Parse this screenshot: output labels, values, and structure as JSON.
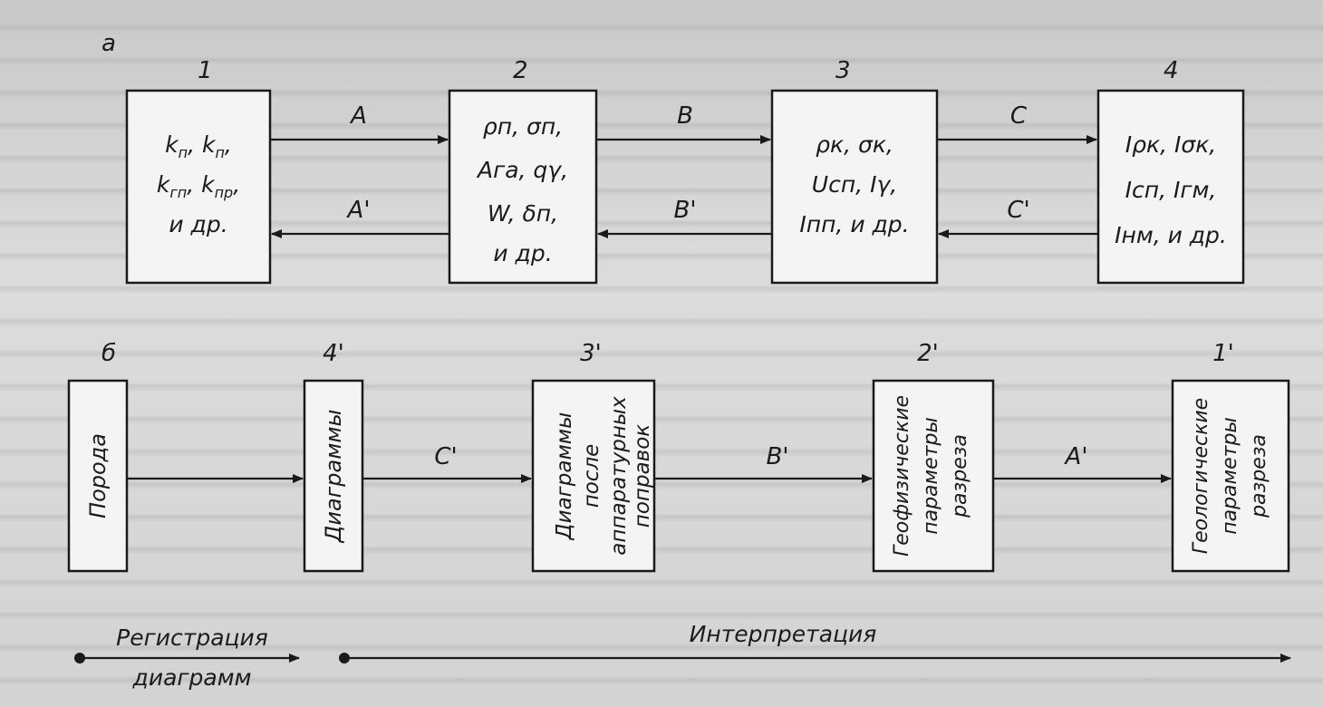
{
  "panel_a": {
    "label": "а",
    "boxes": [
      {
        "num": "1",
        "lines": [
          "k",
          "k",
          "k",
          "k",
          "и др."
        ]
      },
      {
        "num": "2",
        "lines": [
          "ρп, σп,",
          "Aга, qγ,",
          "W, δп,",
          "и др."
        ]
      },
      {
        "num": "3",
        "lines": [
          "ρк, σк,",
          "Uсп, Iγ,",
          "Iпп, и др."
        ]
      },
      {
        "num": "4",
        "lines": [
          "Iρк, Iσк,",
          "Iсп, Iгм,",
          "Iнм, и др."
        ]
      }
    ],
    "arrows_forward": [
      "A",
      "B",
      "C"
    ],
    "arrows_backward": [
      "A'",
      "B'",
      "C'"
    ]
  },
  "panel_b": {
    "label": "б",
    "boxes": [
      {
        "num": "",
        "text": [
          "Порода"
        ]
      },
      {
        "num": "4'",
        "text": [
          "Диаграммы"
        ]
      },
      {
        "num": "3'",
        "text": [
          "Диаграммы",
          "после",
          "аппаратурных",
          "поправок"
        ]
      },
      {
        "num": "2'",
        "text": [
          "Геофизические",
          "параметры",
          "разреза"
        ]
      },
      {
        "num": "1'",
        "text": [
          "Геологические",
          "параметры",
          "разреза"
        ]
      }
    ],
    "arrows": [
      "C'",
      "B'",
      "A'"
    ]
  },
  "stages": {
    "registration": [
      "Регистрация",
      "диаграмм"
    ],
    "interpretation": "Интерпретация"
  }
}
